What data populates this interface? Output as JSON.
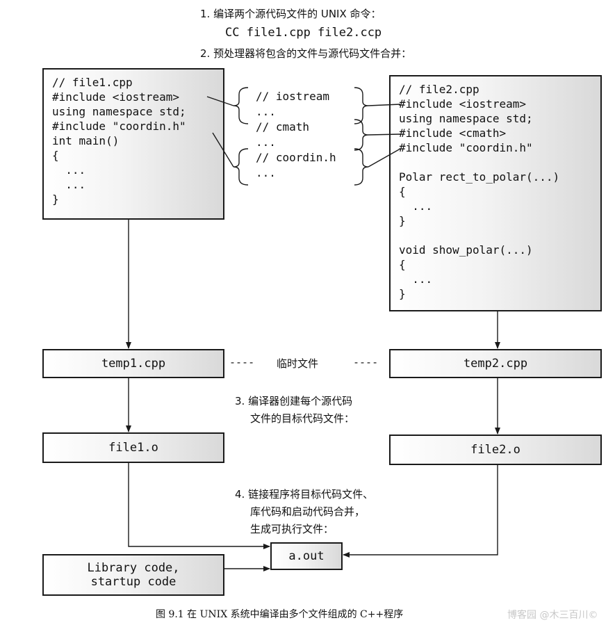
{
  "steps": {
    "step1_title": "1. 编译两个源代码文件的 UNIX 命令：",
    "step1_command": "CC file1.cpp file2.ccp",
    "step2_title": "2. 预处理器将包含的文件与源代码文件合并：",
    "step3_line1": "3. 编译器创建每个源代码",
    "step3_line2": "文件的目标代码文件：",
    "step4_line1": "4. 链接程序将目标代码文件、",
    "step4_line2": "库代码和启动代码合并，",
    "step4_line3": "生成可执行文件："
  },
  "file1": {
    "lines": [
      "// file1.cpp",
      "#include <iostream>",
      "using namespace std;",
      "#include \"coordin.h\"",
      "int main()",
      "{",
      "  ...",
      "  ...",
      "}"
    ]
  },
  "file2": {
    "lines": [
      "// file2.cpp",
      "#include <iostream>",
      "using namespace std;",
      "#include <cmath>",
      "#include \"coordin.h\"",
      "",
      "Polar rect_to_polar(...)",
      "{",
      "  ...",
      "}",
      "",
      "void show_polar(...)",
      "{",
      "  ...",
      "}"
    ]
  },
  "headers": {
    "lines": [
      "// iostream",
      "...",
      "// cmath",
      "...",
      "// coordin.h",
      "..."
    ]
  },
  "temp1_label": "temp1.cpp",
  "temp2_label": "temp2.cpp",
  "temp_files_label": "临时文件",
  "temp_dashes_left": "----",
  "temp_dashes_right": "----",
  "obj1_label": "file1.o",
  "obj2_label": "file2.o",
  "library_line1": "Library code,",
  "library_line2": "startup code",
  "output_label": "a.out",
  "caption": "图 9.1   在 UNIX 系统中编译由多个文件组成的 C++程序",
  "watermark": "博客园 @木三百川©",
  "colors": {
    "line": "#1a1a1a",
    "box_shade": "#d9d9d9",
    "background": "#ffffff"
  }
}
